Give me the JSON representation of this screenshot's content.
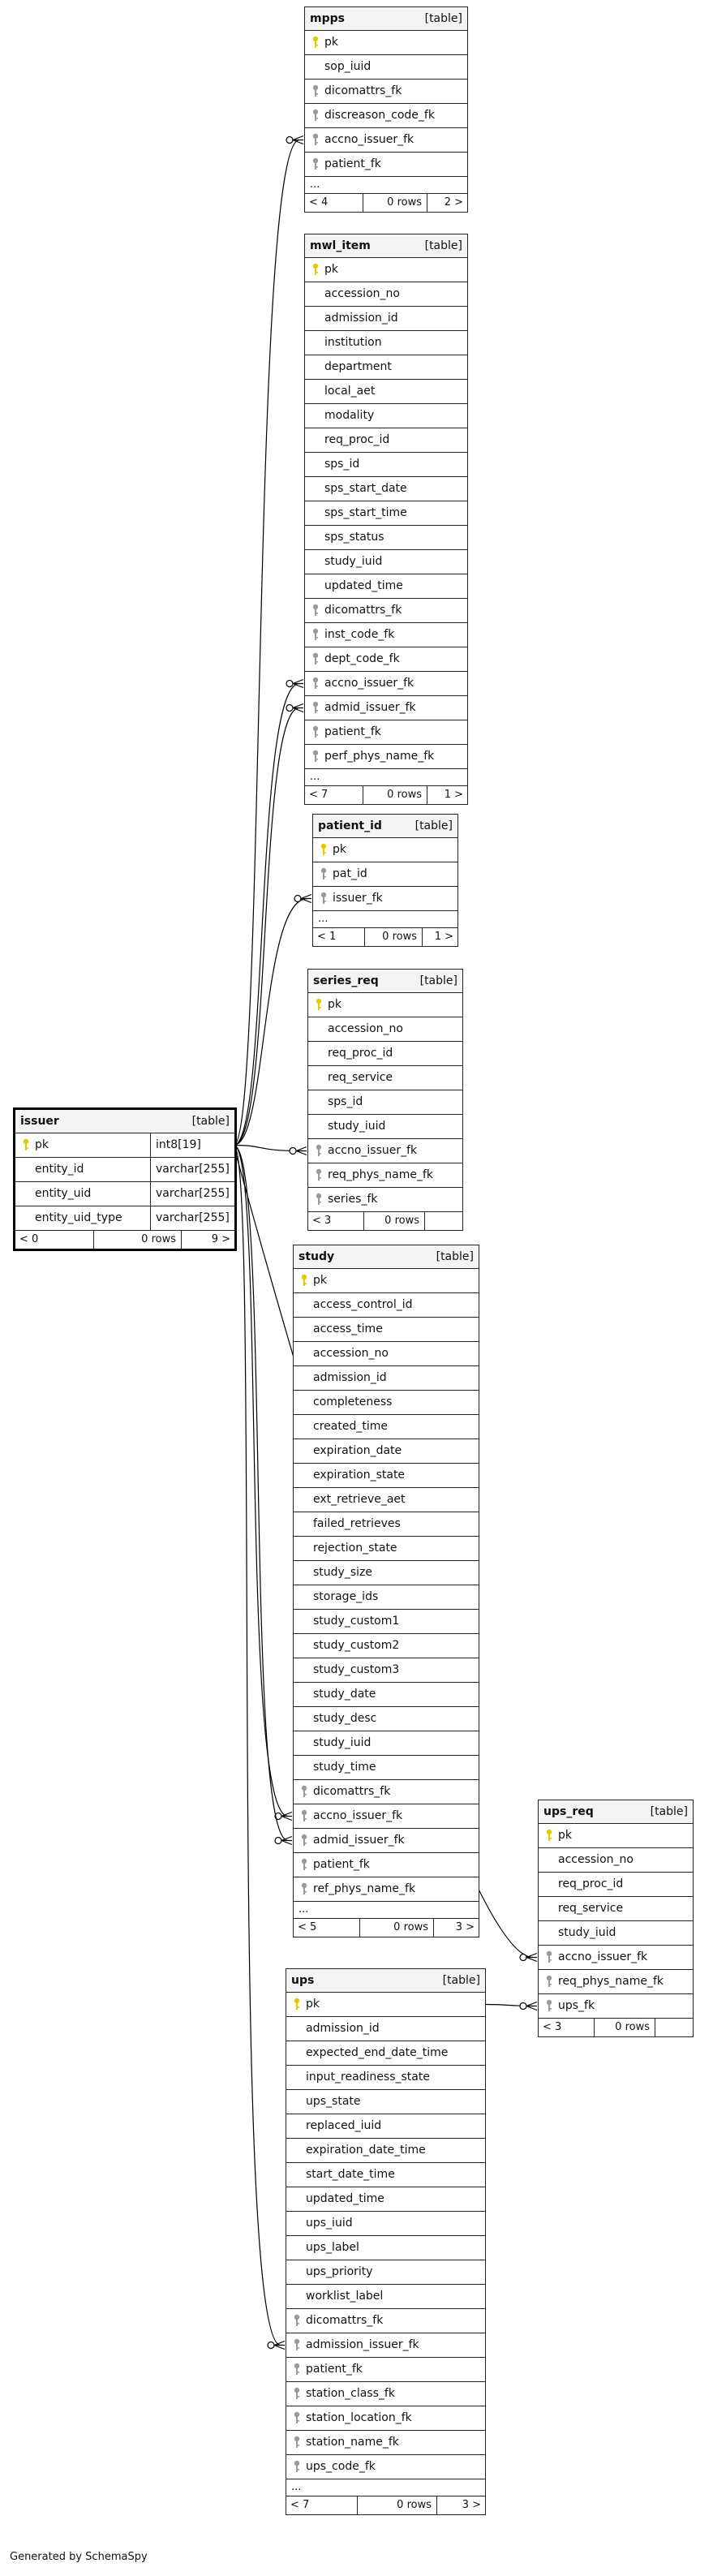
{
  "colors": {
    "pk_key": "#e8c800",
    "fk_key": "#9a9a9a",
    "line": "#000000",
    "header_bg": "#f4f4f4"
  },
  "icons": {
    "pk": "key-icon-gold",
    "fk": "key-icon-grey"
  },
  "credit": "Generated by SchemaSpy",
  "tables": {
    "mpps": {
      "name": "mpps",
      "type": "[table]",
      "rows": [
        {
          "name": "pk",
          "key": "pk"
        },
        {
          "name": "sop_iuid",
          "key": ""
        },
        {
          "name": "dicomattrs_fk",
          "key": "fk"
        },
        {
          "name": "discreason_code_fk",
          "key": "fk"
        },
        {
          "name": "accno_issuer_fk",
          "key": "fk"
        },
        {
          "name": "patient_fk",
          "key": "fk"
        }
      ],
      "more": "...",
      "foot": {
        "left": "< 4",
        "mid": "0 rows",
        "right": "2 >"
      }
    },
    "mwl_item": {
      "name": "mwl_item",
      "type": "[table]",
      "rows": [
        {
          "name": "pk",
          "key": "pk"
        },
        {
          "name": "accession_no",
          "key": ""
        },
        {
          "name": "admission_id",
          "key": ""
        },
        {
          "name": "institution",
          "key": ""
        },
        {
          "name": "department",
          "key": ""
        },
        {
          "name": "local_aet",
          "key": ""
        },
        {
          "name": "modality",
          "key": ""
        },
        {
          "name": "req_proc_id",
          "key": ""
        },
        {
          "name": "sps_id",
          "key": ""
        },
        {
          "name": "sps_start_date",
          "key": ""
        },
        {
          "name": "sps_start_time",
          "key": ""
        },
        {
          "name": "sps_status",
          "key": ""
        },
        {
          "name": "study_iuid",
          "key": ""
        },
        {
          "name": "updated_time",
          "key": ""
        },
        {
          "name": "dicomattrs_fk",
          "key": "fk"
        },
        {
          "name": "inst_code_fk",
          "key": "fk"
        },
        {
          "name": "dept_code_fk",
          "key": "fk"
        },
        {
          "name": "accno_issuer_fk",
          "key": "fk"
        },
        {
          "name": "admid_issuer_fk",
          "key": "fk"
        },
        {
          "name": "patient_fk",
          "key": "fk"
        },
        {
          "name": "perf_phys_name_fk",
          "key": "fk"
        }
      ],
      "more": "...",
      "foot": {
        "left": "< 7",
        "mid": "0 rows",
        "right": "1 >"
      }
    },
    "patient_id": {
      "name": "patient_id",
      "type": "[table]",
      "rows": [
        {
          "name": "pk",
          "key": "pk"
        },
        {
          "name": "pat_id",
          "key": "fk"
        },
        {
          "name": "issuer_fk",
          "key": "fk"
        }
      ],
      "more": "...",
      "foot": {
        "left": "< 1",
        "mid": "0 rows",
        "right": "1 >"
      }
    },
    "series_req": {
      "name": "series_req",
      "type": "[table]",
      "rows": [
        {
          "name": "pk",
          "key": "pk"
        },
        {
          "name": "accession_no",
          "key": ""
        },
        {
          "name": "req_proc_id",
          "key": ""
        },
        {
          "name": "req_service",
          "key": ""
        },
        {
          "name": "sps_id",
          "key": ""
        },
        {
          "name": "study_iuid",
          "key": ""
        },
        {
          "name": "accno_issuer_fk",
          "key": "fk"
        },
        {
          "name": "req_phys_name_fk",
          "key": "fk"
        },
        {
          "name": "series_fk",
          "key": "fk"
        }
      ],
      "more": "",
      "foot": {
        "left": "< 3",
        "mid": "0 rows",
        "right": ""
      }
    },
    "issuer": {
      "name": "issuer",
      "type": "[table]",
      "rows": [
        {
          "name": "pk",
          "key": "pk",
          "type": "int8[19]"
        },
        {
          "name": "entity_id",
          "key": "",
          "type": "varchar[255]"
        },
        {
          "name": "entity_uid",
          "key": "",
          "type": "varchar[255]"
        },
        {
          "name": "entity_uid_type",
          "key": "",
          "type": "varchar[255]"
        }
      ],
      "more": "",
      "foot": {
        "left": "< 0",
        "mid": "0 rows",
        "right": "9 >"
      }
    },
    "study": {
      "name": "study",
      "type": "[table]",
      "rows": [
        {
          "name": "pk",
          "key": "pk"
        },
        {
          "name": "access_control_id",
          "key": ""
        },
        {
          "name": "access_time",
          "key": ""
        },
        {
          "name": "accession_no",
          "key": ""
        },
        {
          "name": "admission_id",
          "key": ""
        },
        {
          "name": "completeness",
          "key": ""
        },
        {
          "name": "created_time",
          "key": ""
        },
        {
          "name": "expiration_date",
          "key": ""
        },
        {
          "name": "expiration_state",
          "key": ""
        },
        {
          "name": "ext_retrieve_aet",
          "key": ""
        },
        {
          "name": "failed_retrieves",
          "key": ""
        },
        {
          "name": "rejection_state",
          "key": ""
        },
        {
          "name": "study_size",
          "key": ""
        },
        {
          "name": "storage_ids",
          "key": ""
        },
        {
          "name": "study_custom1",
          "key": ""
        },
        {
          "name": "study_custom2",
          "key": ""
        },
        {
          "name": "study_custom3",
          "key": ""
        },
        {
          "name": "study_date",
          "key": ""
        },
        {
          "name": "study_desc",
          "key": ""
        },
        {
          "name": "study_iuid",
          "key": ""
        },
        {
          "name": "study_time",
          "key": ""
        },
        {
          "name": "dicomattrs_fk",
          "key": "fk"
        },
        {
          "name": "accno_issuer_fk",
          "key": "fk"
        },
        {
          "name": "admid_issuer_fk",
          "key": "fk"
        },
        {
          "name": "patient_fk",
          "key": "fk"
        },
        {
          "name": "ref_phys_name_fk",
          "key": "fk"
        }
      ],
      "more": "...",
      "foot": {
        "left": "< 5",
        "mid": "0 rows",
        "right": "3 >"
      }
    },
    "ups_req": {
      "name": "ups_req",
      "type": "[table]",
      "rows": [
        {
          "name": "pk",
          "key": "pk"
        },
        {
          "name": "accession_no",
          "key": ""
        },
        {
          "name": "req_proc_id",
          "key": ""
        },
        {
          "name": "req_service",
          "key": ""
        },
        {
          "name": "study_iuid",
          "key": ""
        },
        {
          "name": "accno_issuer_fk",
          "key": "fk"
        },
        {
          "name": "req_phys_name_fk",
          "key": "fk"
        },
        {
          "name": "ups_fk",
          "key": "fk"
        }
      ],
      "more": "",
      "foot": {
        "left": "< 3",
        "mid": "0 rows",
        "right": ""
      }
    },
    "ups": {
      "name": "ups",
      "type": "[table]",
      "rows": [
        {
          "name": "pk",
          "key": "pk"
        },
        {
          "name": "admission_id",
          "key": ""
        },
        {
          "name": "expected_end_date_time",
          "key": ""
        },
        {
          "name": "input_readiness_state",
          "key": ""
        },
        {
          "name": "ups_state",
          "key": ""
        },
        {
          "name": "replaced_iuid",
          "key": ""
        },
        {
          "name": "expiration_date_time",
          "key": ""
        },
        {
          "name": "start_date_time",
          "key": ""
        },
        {
          "name": "updated_time",
          "key": ""
        },
        {
          "name": "ups_iuid",
          "key": ""
        },
        {
          "name": "ups_label",
          "key": ""
        },
        {
          "name": "ups_priority",
          "key": ""
        },
        {
          "name": "worklist_label",
          "key": ""
        },
        {
          "name": "dicomattrs_fk",
          "key": "fk"
        },
        {
          "name": "admission_issuer_fk",
          "key": "fk"
        },
        {
          "name": "patient_fk",
          "key": "fk"
        },
        {
          "name": "station_class_fk",
          "key": "fk"
        },
        {
          "name": "station_location_fk",
          "key": "fk"
        },
        {
          "name": "station_name_fk",
          "key": "fk"
        },
        {
          "name": "ups_code_fk",
          "key": "fk"
        }
      ],
      "more": "...",
      "foot": {
        "left": "< 7",
        "mid": "0 rows",
        "right": "3 >"
      }
    }
  }
}
